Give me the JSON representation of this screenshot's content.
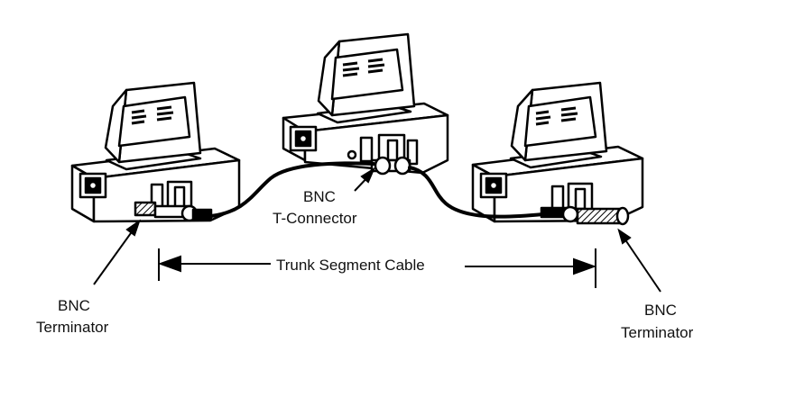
{
  "labels": {
    "tconnector_line1": "BNC",
    "tconnector_line2": "T-Connector",
    "cable": "Trunk Segment Cable",
    "left_term_line1": "BNC",
    "left_term_line2": "Terminator",
    "right_term_line1": "BNC",
    "right_term_line2": "Terminator"
  },
  "colors": {
    "ink": "#000000",
    "background": "#ffffff"
  }
}
